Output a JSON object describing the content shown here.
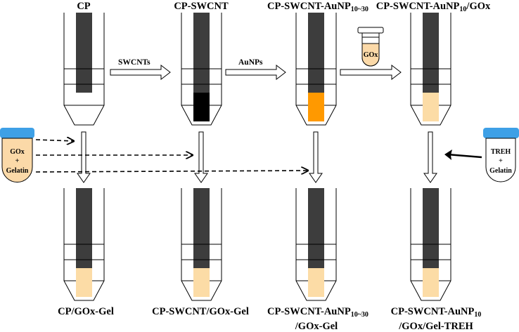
{
  "top_labels": {
    "cp": "CP",
    "cp_swcnt": "CP-SWCNT",
    "cp_swcnt_aunp": {
      "base": "CP-SWCNT-AuNP",
      "sub": "10~30"
    },
    "cp_swcnt_aunp_gox": {
      "base": "CP-SWCNT-AuNP",
      "sub": "10",
      "tail": "/GOx"
    }
  },
  "arrow_labels": {
    "swcnts": "SWCNTs",
    "aunps": "AuNPs"
  },
  "vials": {
    "gox": "GOx",
    "gox_gelatin": [
      "GOx",
      "+",
      "Gelatin"
    ],
    "treh_gelatin": [
      "TREH",
      "+",
      "Gelatin"
    ]
  },
  "bottom_labels": {
    "cp_gox_gel": "CP/GOx-Gel",
    "cp_swcnt_gox_gel": "CP-SWCNT/GOx-Gel",
    "cp_swcnt_aunp_gox_gel": {
      "base": "CP-SWCNT-AuNP",
      "sub": "10~30",
      "line2": "/GOx-Gel"
    },
    "cp_swcnt_aunp_gox_gel_treh": {
      "base": "CP-SWCNT-AuNP",
      "sub": "10",
      "line2": "/GOx/Gel-TREH"
    }
  },
  "colors": {
    "rod": "#3d3d3d",
    "swcnt_tip": "#000000",
    "aunp_tip": "#ff9900",
    "gel_tip": "#fcdca6",
    "vial_fill": "#fbd9a8",
    "cap_blue": "#3ea0e6"
  }
}
